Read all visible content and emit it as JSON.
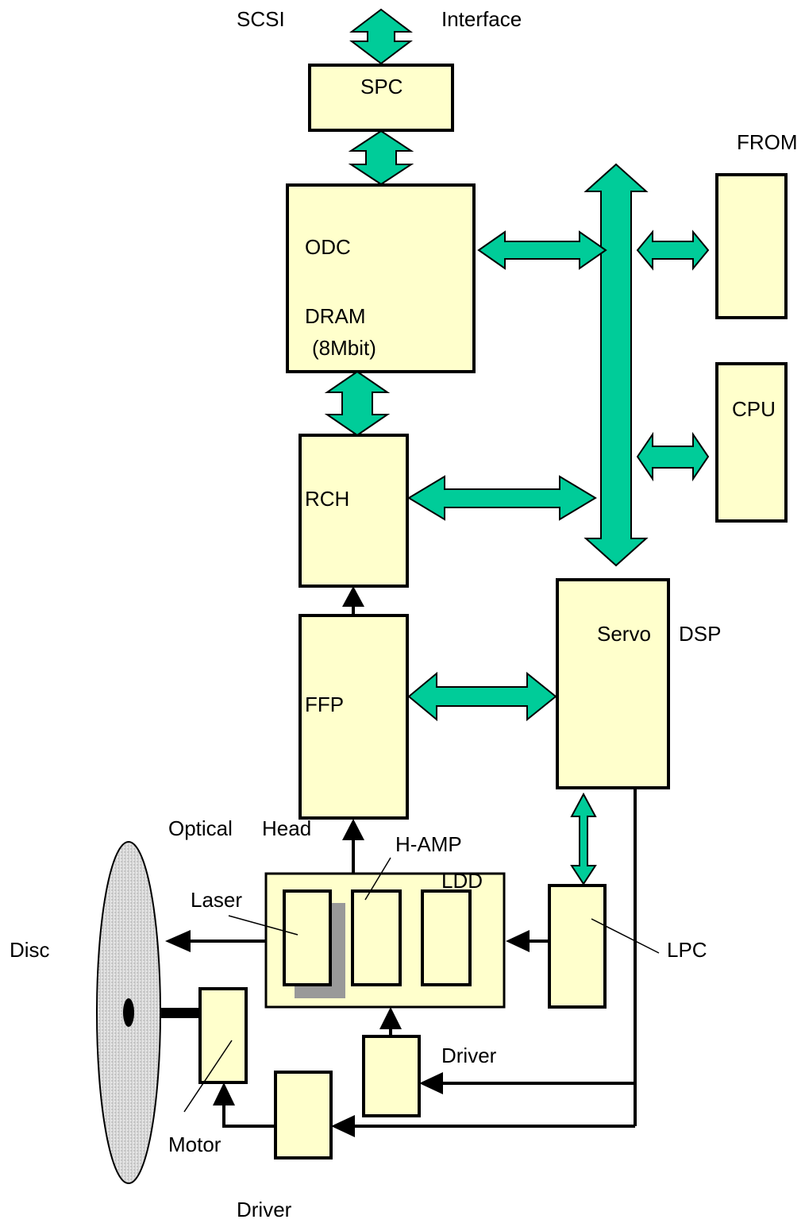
{
  "colors": {
    "block_fill": "#ffffcc",
    "arrow_fill": "#00cc99",
    "shadow": "#999999",
    "disc": "#d9d9d9"
  },
  "labels": {
    "scsi": "SCSI",
    "interface": "Interface",
    "spc": "SPC",
    "from": "FROM",
    "odc": "ODC",
    "dram": "DRAM",
    "dram_size": "(8Mbit)",
    "cpu": "CPU",
    "rch": "RCH",
    "servo": "Servo",
    "dsp": "DSP",
    "ffp": "FFP",
    "optical": "Optical",
    "head": "Head",
    "hamp": "H-AMP",
    "ldd": "LDD",
    "laser": "Laser",
    "disc": "Disc",
    "lpc": "LPC",
    "driver_right": "Driver",
    "motor": "Motor",
    "driver_bottom": "Driver"
  }
}
